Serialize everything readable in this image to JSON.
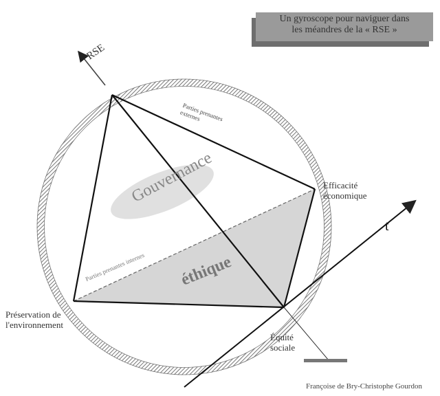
{
  "title": {
    "line1": "Un gyroscope pour naviguer dans",
    "line2": "les méandres de la « RSE »"
  },
  "axes": {
    "rse": "RSE",
    "time": "t"
  },
  "vertices": {
    "efficacite_line1": "Efficacité",
    "efficacite_line2": "économique",
    "preservation_line1": "Préservation de",
    "preservation_line2": "l'environnement",
    "equite_line1": "Équité",
    "equite_line2": "sociale"
  },
  "regions": {
    "gouvernance": "Gouvernance",
    "ethique": "éthique",
    "externes_line1": "Parties prenantes",
    "externes_line2": "externes",
    "internes": "Parties prenantes internes"
  },
  "credit": "Françoise de Bry-Christophe Gourdon",
  "colors": {
    "shade": "#d6d6d6",
    "ellipse": "#e0e0e0",
    "line": "#111111",
    "box": "#9a9a9a"
  }
}
